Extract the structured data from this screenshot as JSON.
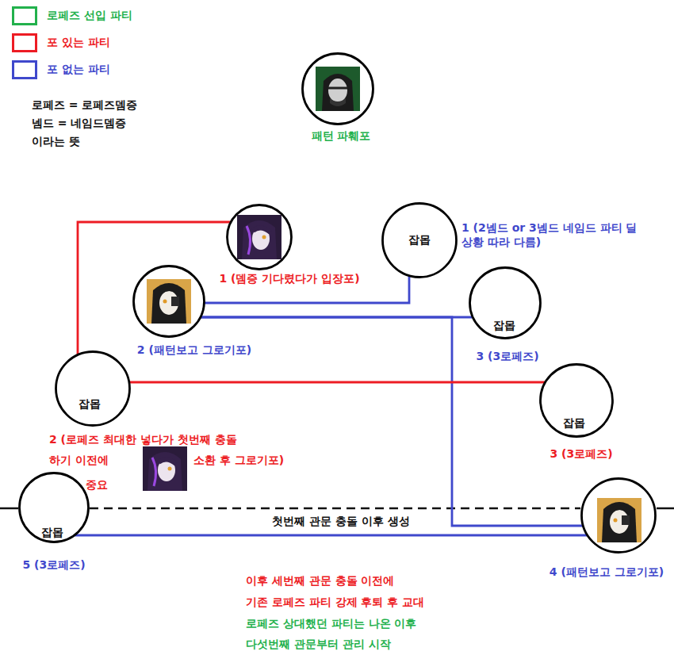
{
  "diagram": {
    "nodes": [
      {
        "text": [
          "패턴 파훼포"
        ]
      },
      {
        "text": [
          "1 (뎀증 기다렸다가 입장포)"
        ]
      },
      {
        "text": [
          "잡몹",
          "1 (2넴드 or 3넴드 네임드 파티 딜상황 따라 다름)"
        ]
      },
      {
        "text": [
          "2 (패턴보고 그로기포)"
        ]
      },
      {
        "text": [
          "잡몹",
          "3 (3로페즈)"
        ]
      },
      {
        "text": [
          "잡몹",
          "2 (로페즈 최대한 넣다가 첫번째 충돌하기 이전에",
          "소환 후 그로기포)",
          "중요"
        ]
      },
      {
        "text": [
          "잡몹",
          "3 (3로페즈)"
        ]
      },
      {
        "text": [
          "잡몹",
          "5 (3로페즈)"
        ]
      },
      {
        "text": [
          "4 (패턴보고 그로기포)"
        ]
      }
    ],
    "edges": [
      {
        "from": 5,
        "to": 1,
        "arrow": "none"
      },
      {
        "from": 3,
        "to": 2,
        "arrow": "none"
      },
      {
        "from": 3,
        "to": 4,
        "arrow": "none"
      },
      {
        "from": 3,
        "to": 8,
        "arrow": "none"
      },
      {
        "from": 5,
        "to": 6,
        "arrow": "none"
      },
      {
        "from": 7,
        "to": 8,
        "arrow": "none"
      }
    ],
    "labels": [
      "로페즈 = 로페즈뎀증",
      "넴드 = 네임드뎀증",
      "이라는 뜻",
      "첫번째 관문 충돌 이후 생성",
      "이후 세번째 관문 충돌 이전에",
      "기존 로페즈 파티 강제 후퇴 후 교대",
      "로페즈 상대했던 파티는 나온 이후",
      "다섯번째 관문부터 관리 시작"
    ],
    "legend": [
      {
        "text": "로페즈 선입 파티",
        "color": "#22b14c"
      },
      {
        "text": "포 있는 파티",
        "color": "#ed1c24"
      },
      {
        "text": "포 없는 파티",
        "color": "#3f48cc"
      }
    ]
  }
}
